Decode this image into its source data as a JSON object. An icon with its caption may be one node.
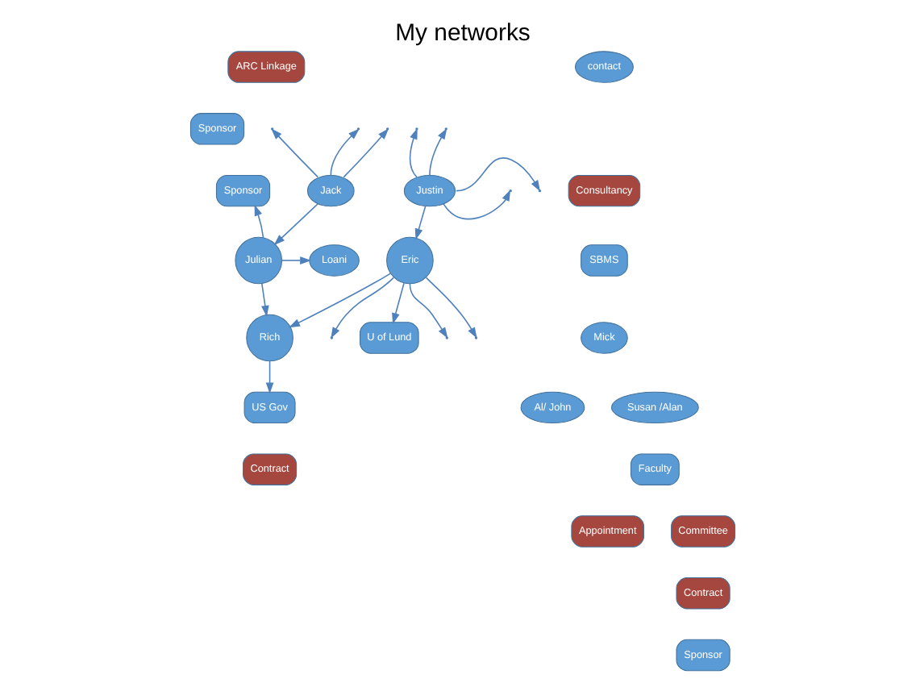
{
  "diagram": {
    "title": "My networks",
    "nodes": [
      {
        "text": [
          "ARC Linkage"
        ]
      },
      {
        "text": [
          "Sponsor"
        ]
      },
      {
        "text": [
          "Sponsor"
        ]
      },
      {
        "text": [
          "contact"
        ]
      },
      {
        "text": [
          "Consultancy"
        ]
      },
      {
        "text": [
          "Jack"
        ]
      },
      {
        "text": [
          "Justin"
        ]
      },
      {
        "text": [
          "Loani"
        ]
      },
      {
        "text": [
          "Julian"
        ]
      },
      {
        "text": [
          "SBMS"
        ]
      },
      {
        "text": [
          "Mick"
        ]
      },
      {
        "text": [
          "Al/ John"
        ]
      },
      {
        "text": [
          "Susan /Alan"
        ]
      },
      {
        "text": [
          "Eric"
        ]
      },
      {
        "text": [
          "U of Lund"
        ]
      },
      {
        "text": [
          "Rich"
        ]
      },
      {
        "text": [
          "Faculty"
        ]
      },
      {
        "text": [
          "Appointment"
        ]
      },
      {
        "text": [
          "Committee"
        ]
      },
      {
        "text": [
          "US Gov"
        ]
      },
      {
        "text": [
          "Contract"
        ]
      },
      {
        "text": [
          "Contract"
        ]
      },
      {
        "text": [
          "Sponsor"
        ]
      }
    ],
    "edges": [
      {
        "from": 5,
        "to": 8,
        "arrow": "to"
      },
      {
        "from": 6,
        "to": 13,
        "arrow": "to"
      },
      {
        "from": 8,
        "to": 2,
        "arrow": "to"
      },
      {
        "from": 8,
        "to": 7,
        "arrow": "to"
      },
      {
        "from": 8,
        "to": 15,
        "arrow": "to"
      },
      {
        "from": 13,
        "to": 15,
        "arrow": "to"
      },
      {
        "from": 13,
        "to": 14,
        "arrow": "to"
      },
      {
        "from": 15,
        "to": 19,
        "arrow": "to"
      },
      {
        "from": 5,
        "to": null,
        "arrow": "to"
      },
      {
        "from": 5,
        "to": null,
        "arrow": "to"
      },
      {
        "from": 5,
        "to": null,
        "arrow": "to"
      },
      {
        "from": 6,
        "to": null,
        "arrow": "to"
      },
      {
        "from": 6,
        "to": null,
        "arrow": "to"
      },
      {
        "from": 6,
        "to": null,
        "arrow": "to"
      },
      {
        "from": 6,
        "to": null,
        "arrow": "to"
      },
      {
        "from": 13,
        "to": null,
        "arrow": "to"
      },
      {
        "from": 13,
        "to": null,
        "arrow": "to"
      },
      {
        "from": 13,
        "to": null,
        "arrow": "to"
      }
    ]
  }
}
